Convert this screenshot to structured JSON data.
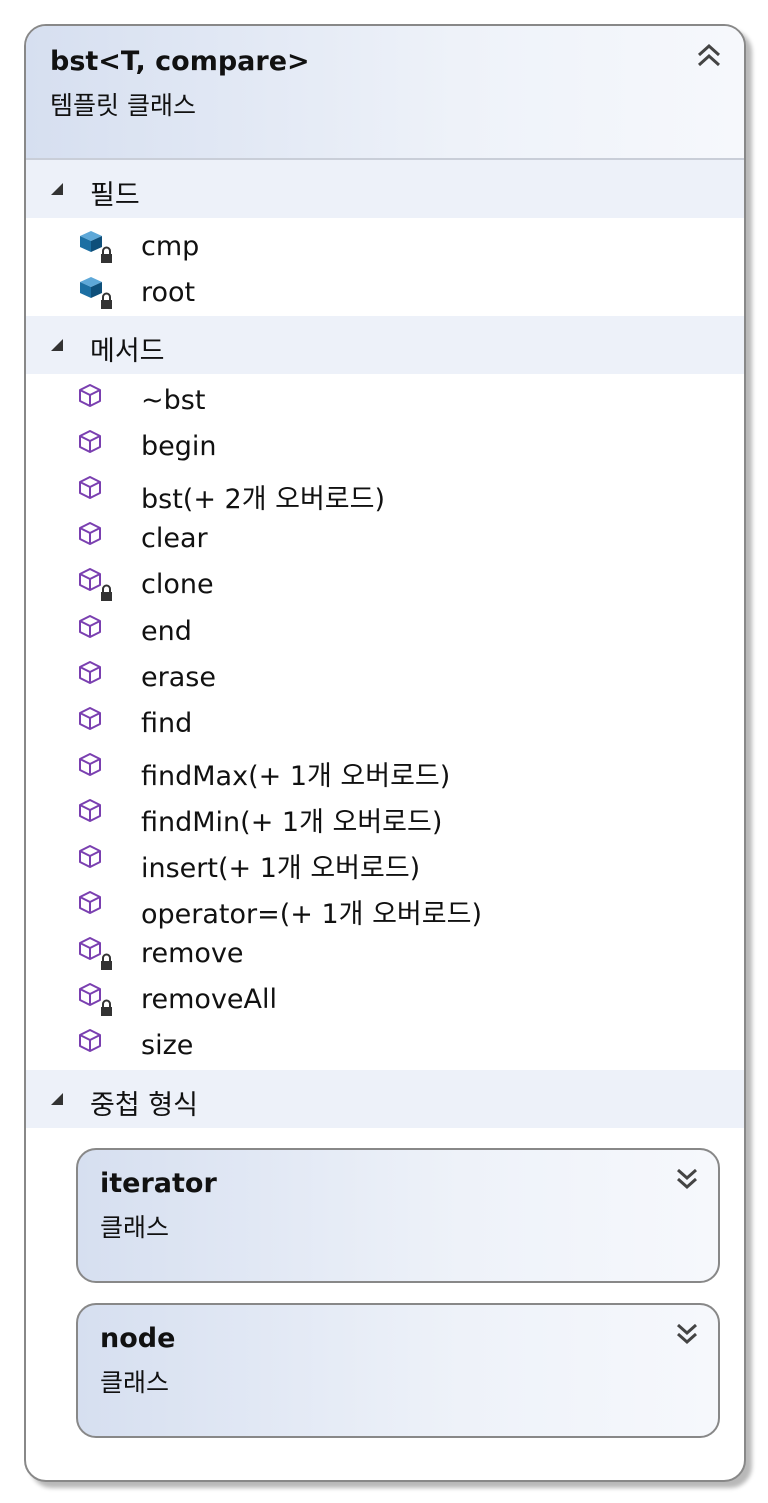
{
  "class": {
    "name": "bst<T, compare>",
    "kind": "템플릿 클래스",
    "collapse_icon": "double-chevron-up-icon"
  },
  "sections": {
    "fields": {
      "title": "필드",
      "items": [
        {
          "name": "cmp",
          "icon": "private-field-icon"
        },
        {
          "name": "root",
          "icon": "private-field-icon"
        }
      ]
    },
    "methods": {
      "title": "메서드",
      "items": [
        {
          "name": "~bst",
          "icon": "public-method-icon"
        },
        {
          "name": "begin",
          "icon": "public-method-icon"
        },
        {
          "name": "bst(+ 2개 오버로드)",
          "icon": "public-method-icon"
        },
        {
          "name": "clear",
          "icon": "public-method-icon"
        },
        {
          "name": "clone",
          "icon": "private-method-icon"
        },
        {
          "name": "end",
          "icon": "public-method-icon"
        },
        {
          "name": "erase",
          "icon": "public-method-icon"
        },
        {
          "name": "find",
          "icon": "public-method-icon"
        },
        {
          "name": "findMax(+ 1개 오버로드)",
          "icon": "public-method-icon"
        },
        {
          "name": "findMin(+ 1개 오버로드)",
          "icon": "public-method-icon"
        },
        {
          "name": "insert(+ 1개 오버로드)",
          "icon": "public-method-icon"
        },
        {
          "name": "operator=(+ 1개 오버로드)",
          "icon": "public-method-icon"
        },
        {
          "name": "remove",
          "icon": "private-method-icon"
        },
        {
          "name": "removeAll",
          "icon": "private-method-icon"
        },
        {
          "name": "size",
          "icon": "public-method-icon"
        }
      ]
    },
    "nested": {
      "title": "중첩 형식",
      "items": [
        {
          "name": "iterator",
          "kind": "클래스",
          "icon": "double-chevron-down-icon"
        },
        {
          "name": "node",
          "kind": "클래스",
          "icon": "double-chevron-down-icon"
        }
      ]
    }
  },
  "colors": {
    "field_icon": "#1c6fa3",
    "method_icon": "#7a3fb0",
    "lock_icon": "#333333"
  }
}
